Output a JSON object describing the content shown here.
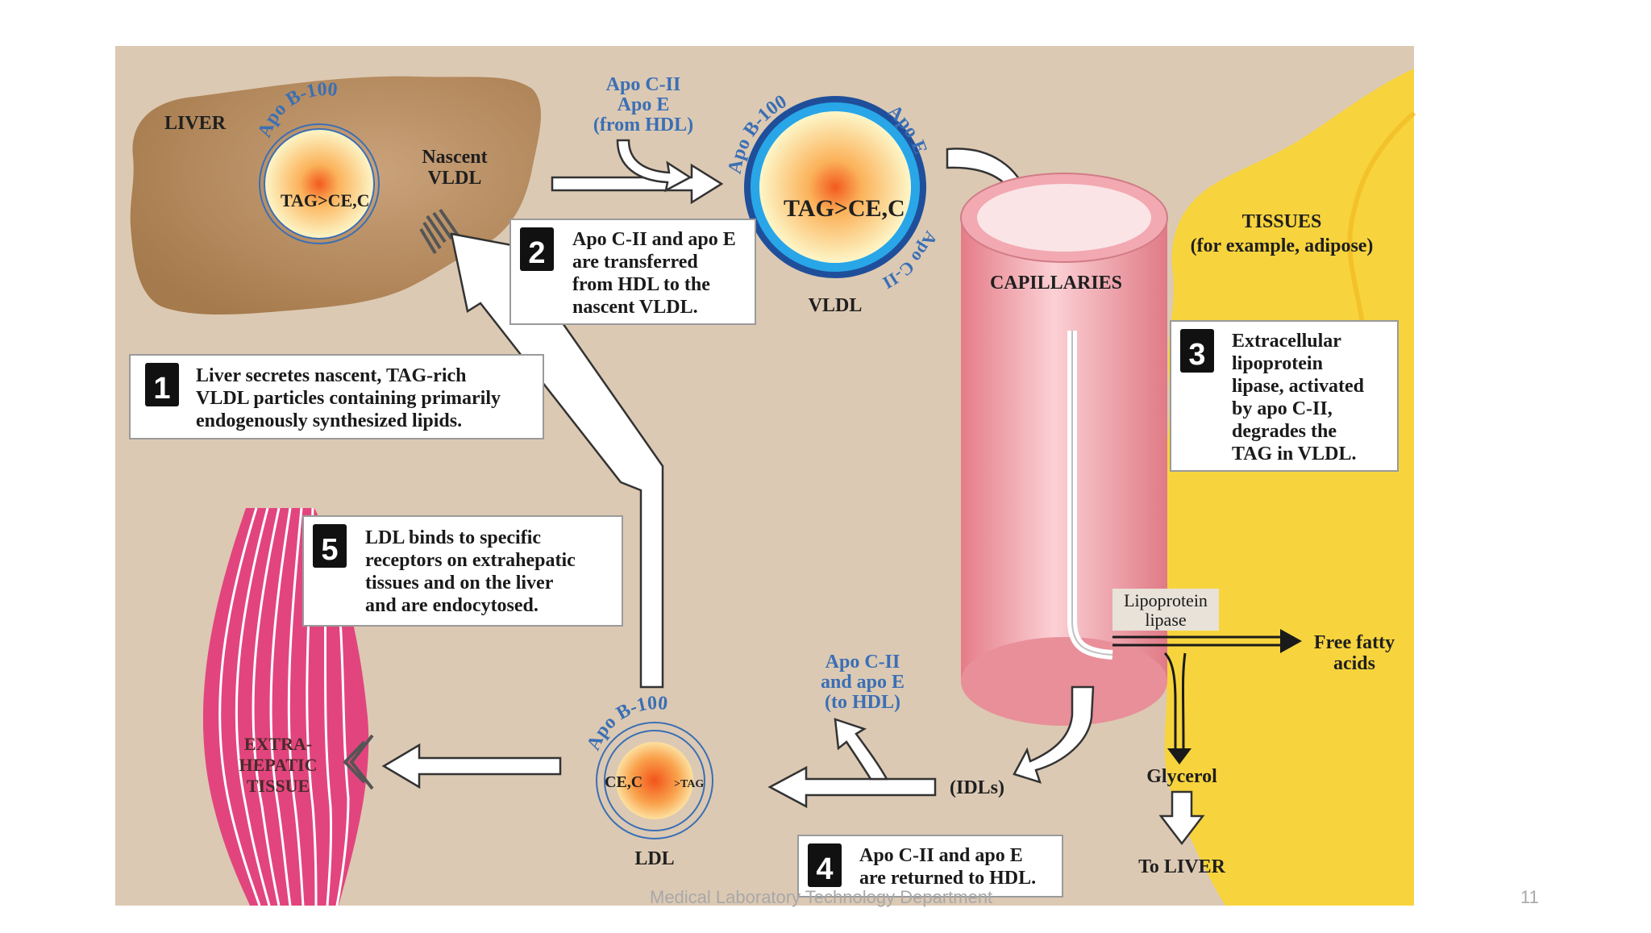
{
  "labels": {
    "liver": "LIVER",
    "apo_b100_liver": "Apo B-100",
    "tag_liver": "TAG>CE,C",
    "nascent_vldl_1": "Nascent",
    "nascent_vldl_2": "VLDL",
    "apo_from_hdl_1": "Apo C-II",
    "apo_from_hdl_2": "Apo E",
    "apo_from_hdl_3": "(from HDL)",
    "apo_b100_vldl": "Apo B-100",
    "apo_e_vldl": "Apo E",
    "apo_c2_vldl": "Apo C-II",
    "tag_vldl": "TAG>CE,C",
    "vldl": "VLDL",
    "capillaries": "CAPILLARIES",
    "tissues_1": "TISSUES",
    "tissues_2": "(for example, adipose)",
    "lipoprotein_lipase_1": "Lipoprotein",
    "lipoprotein_lipase_2": "lipase",
    "free_fatty_1": "Free fatty",
    "free_fatty_2": "acids",
    "glycerol": "Glycerol",
    "to_liver": "To LIVER",
    "idls": "(IDLs)",
    "apo_to_hdl_1": "Apo C-II",
    "apo_to_hdl_2": "and apo E",
    "apo_to_hdl_3": "(to HDL)",
    "apo_b100_ldl": "Apo B-100",
    "ldl_ce": "CE,C",
    "ldl_tag": ">TAG",
    "ldl": "LDL",
    "extra_1": "EXTRA-",
    "extra_2": "HEPATIC",
    "extra_3": "TISSUE"
  },
  "steps": [
    {
      "num": "1",
      "lines": [
        "Liver secretes nascent, TAG-rich",
        "VLDL particles containing primarily",
        "endogenously synthesized lipids."
      ]
    },
    {
      "num": "2",
      "lines": [
        "Apo C-II and apo E",
        "are transferred",
        "from HDL to the",
        "nascent VLDL."
      ]
    },
    {
      "num": "3",
      "lines": [
        "Extracellular",
        "lipoprotein",
        "lipase, activated",
        "by apo C-II,",
        "degrades the",
        "TAG in VLDL."
      ]
    },
    {
      "num": "4",
      "lines": [
        "Apo C-II and apo E",
        "are returned to HDL."
      ]
    },
    {
      "num": "5",
      "lines": [
        "LDL binds to specific",
        "receptors on extrahepatic",
        "tissues and on the liver",
        "and are endocytosed."
      ]
    }
  ],
  "footer": {
    "department": "Medical Laboratory Technology Department",
    "page_number": "11"
  },
  "colors": {
    "background": "#dcc9b3",
    "liver": "#b0875a",
    "tissue": "#f7d43d",
    "capillary": "#f0a3ab",
    "muscle": "#e2457e",
    "apo_text": "#3a6fb5"
  }
}
